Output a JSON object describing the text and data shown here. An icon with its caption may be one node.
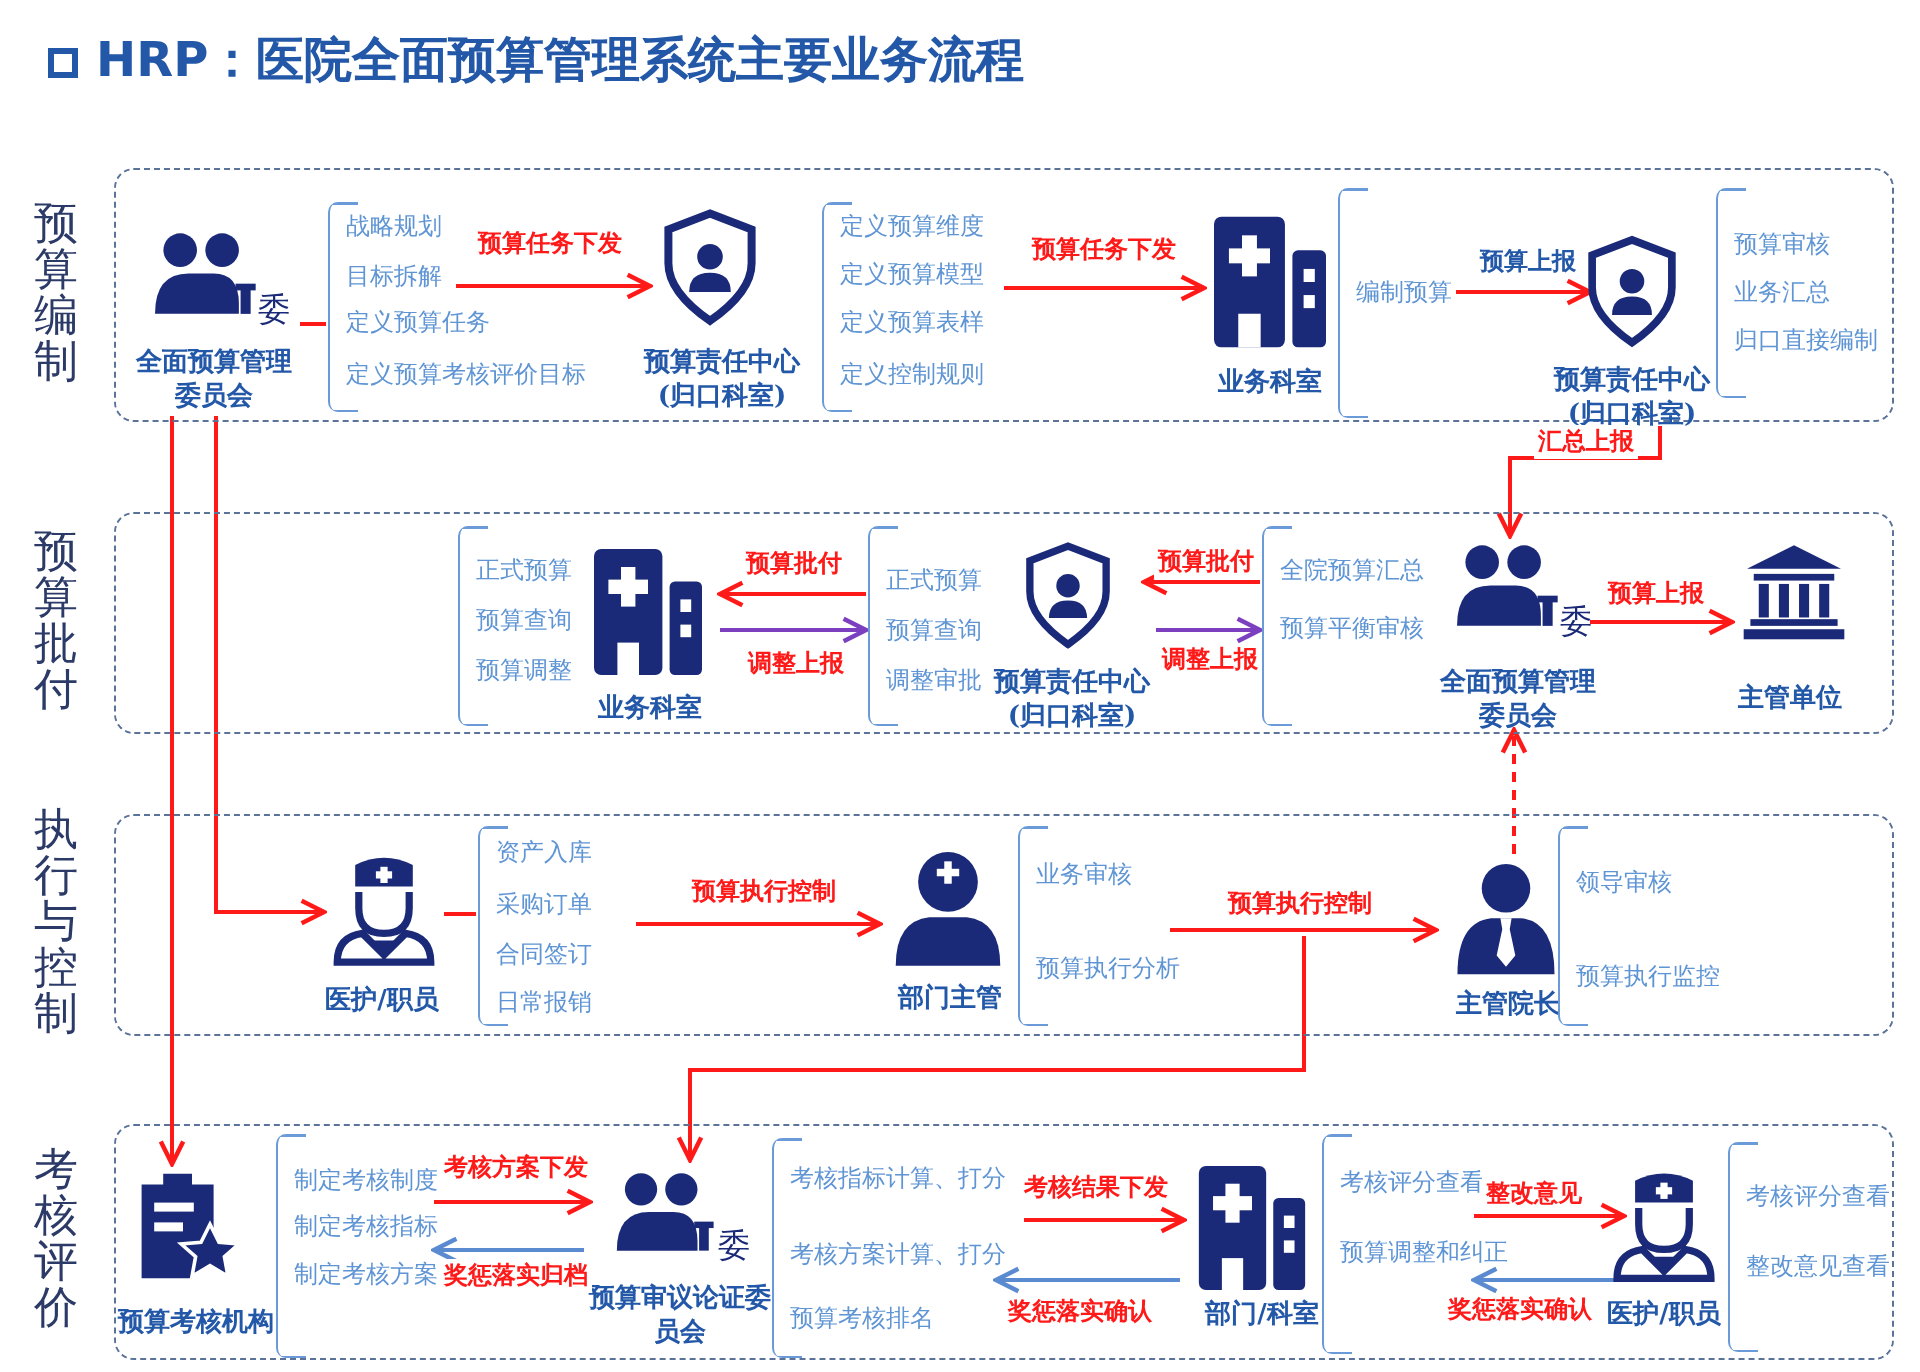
{
  "diagram": {
    "title": "HRP：医院全面预算管理系统主要业务流程",
    "nodes": [
      {
        "text": [
          "预算编制"
        ]
      },
      {
        "text": [
          "委",
          "全面预算管理委员会"
        ],
        "in": 0
      },
      {
        "text": [
          "战略规划",
          "目标拆解",
          "定义预算任务",
          "定义预算考核评价目标"
        ],
        "in": 0
      },
      {
        "text": [
          "预算责任中心 (归口科室)"
        ],
        "in": 0
      },
      {
        "text": [
          "定义预算维度",
          "定义预算模型",
          "定义预算表样",
          "定义控制规则"
        ],
        "in": 0
      },
      {
        "text": [
          "业务科室"
        ],
        "in": 0
      },
      {
        "text": [
          "编制预算"
        ],
        "in": 0
      },
      {
        "text": [
          "预算责任中心 (归口科室)"
        ],
        "in": 0
      },
      {
        "text": [
          "预算审核",
          "业务汇总",
          "归口直接编制"
        ],
        "in": 0
      },
      {
        "text": [
          "预算批付"
        ]
      },
      {
        "text": [
          "正式预算",
          "预算查询",
          "预算调整"
        ],
        "in": 9
      },
      {
        "text": [
          "业务科室"
        ],
        "in": 9
      },
      {
        "text": [
          "正式预算",
          "预算查询",
          "调整审批"
        ],
        "in": 9
      },
      {
        "text": [
          "预算责任中心 (归口科室)"
        ],
        "in": 9
      },
      {
        "text": [
          "全院预算汇总",
          "预算平衡审核"
        ],
        "in": 9
      },
      {
        "text": [
          "委",
          "全面预算管理委员会"
        ],
        "in": 9
      },
      {
        "text": [
          "主管单位"
        ],
        "in": 9
      },
      {
        "text": [
          "执行与控制"
        ]
      },
      {
        "text": [
          "医护/职员"
        ],
        "in": 17
      },
      {
        "text": [
          "资产入库",
          "采购订单",
          "合同签订",
          "日常报销"
        ],
        "in": 17
      },
      {
        "text": [
          "部门主管"
        ],
        "in": 17
      },
      {
        "text": [
          "业务审核",
          "预算执行分析"
        ],
        "in": 17
      },
      {
        "text": [
          "主管院长"
        ],
        "in": 17
      },
      {
        "text": [
          "领导审核",
          "预算执行监控"
        ],
        "in": 17
      },
      {
        "text": [
          "考核评价"
        ]
      },
      {
        "text": [
          "预算考核机构"
        ],
        "in": 24
      },
      {
        "text": [
          "制定考核制度",
          "制定考核指标",
          "制定考核方案"
        ],
        "in": 24
      },
      {
        "text": [
          "委",
          "预算审议论证委员会"
        ],
        "in": 24
      },
      {
        "text": [
          "考核指标计算、打分",
          "考核方案计算、打分",
          "预算考核排名"
        ],
        "in": 24
      },
      {
        "text": [
          "部门/科室"
        ],
        "in": 24
      },
      {
        "text": [
          "考核评分查看",
          "预算调整和纠正"
        ],
        "in": 24
      },
      {
        "text": [
          "医护/职员"
        ],
        "in": 24
      },
      {
        "text": [
          "考核评分查看",
          "整改意见查看"
        ],
        "in": 24
      }
    ],
    "edges": [
      {
        "from": 1,
        "to": 2,
        "arrow": "none"
      },
      {
        "from": 2,
        "to": 3,
        "arrow": "to",
        "label": "预算任务下发"
      },
      {
        "from": 4,
        "to": 5,
        "arrow": "to",
        "label": "预算任务下发"
      },
      {
        "from": 6,
        "to": 7,
        "arrow": "to",
        "label": "预算上报"
      },
      {
        "from": 7,
        "to": 15,
        "arrow": "to",
        "label": "汇总上报"
      },
      {
        "from": 14,
        "to": 13,
        "arrow": "to",
        "label": "预算批付"
      },
      {
        "from": 13,
        "to": 14,
        "arrow": "to",
        "label": "调整上报",
        "color": "#7b3fbf"
      },
      {
        "from": 12,
        "to": 11,
        "arrow": "to",
        "label": "预算批付"
      },
      {
        "from": 11,
        "to": 12,
        "arrow": "to",
        "label": "调整上报",
        "color": "#7b3fbf"
      },
      {
        "from": 15,
        "to": 16,
        "arrow": "to",
        "label": "预算上报"
      },
      {
        "from": 22,
        "to": 15,
        "arrow": "to",
        "style": "dashed"
      },
      {
        "from": 1,
        "to": 18,
        "arrow": "to"
      },
      {
        "from": 1,
        "to": 25,
        "arrow": "to"
      },
      {
        "from": 19,
        "to": 20,
        "arrow": "to",
        "label": "预算执行控制"
      },
      {
        "from": 21,
        "to": 22,
        "arrow": "to",
        "label": "预算执行控制"
      },
      {
        "from": 21,
        "to": 27,
        "arrow": "to"
      },
      {
        "from": 26,
        "to": 27,
        "arrow": "to",
        "label": "考核方案下发"
      },
      {
        "from": 27,
        "to": 26,
        "arrow": "to",
        "label": "奖惩落实归档",
        "color": "#5a8ad0"
      },
      {
        "from": 28,
        "to": 29,
        "arrow": "to",
        "label": "考核结果下发"
      },
      {
        "from": 29,
        "to": 28,
        "arrow": "to",
        "label": "奖惩落实确认",
        "color": "#5a8ad0"
      },
      {
        "from": 30,
        "to": 31,
        "arrow": "to",
        "label": "整改意见"
      },
      {
        "from": 31,
        "to": 30,
        "arrow": "to",
        "label": "奖惩落实确认",
        "color": "#5a8ad0"
      },
      {
        "from": 18,
        "to": 19,
        "arrow": "none"
      }
    ]
  }
}
